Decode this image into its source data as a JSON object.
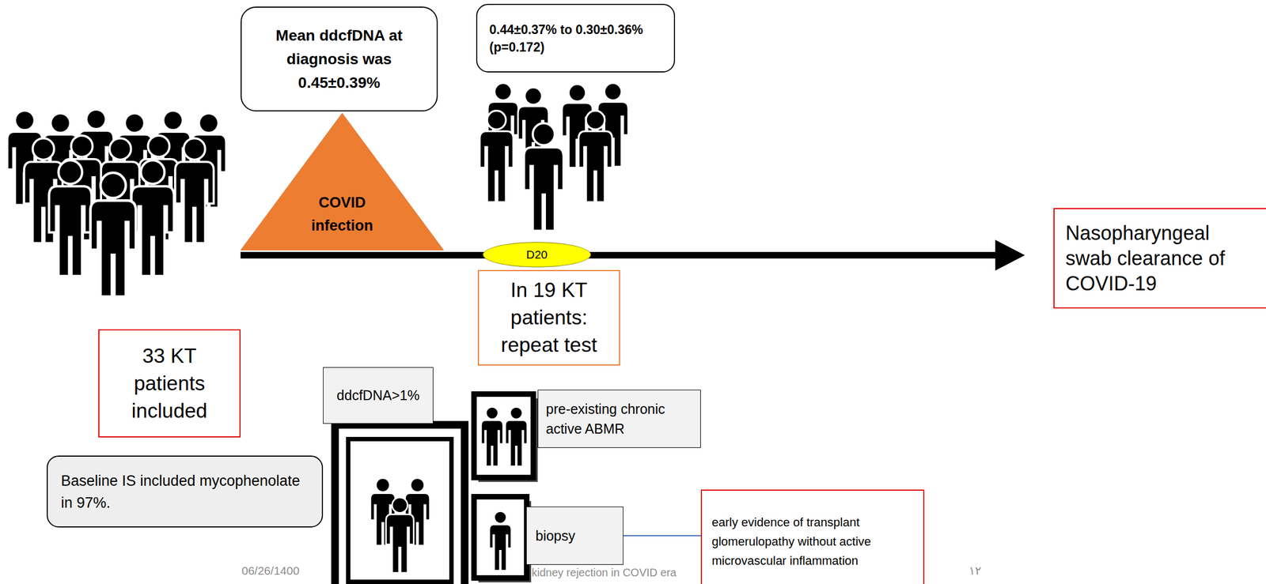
{
  "diagram": {
    "nodes": [
      {
        "text": [
          "Mean ddcfDNA at diagnosis was 0.45±0.39%"
        ]
      },
      {
        "text": [
          "0.44±0.37% to 0.30±0.36% (p=0.172)"
        ]
      },
      {
        "text": [
          "COVID infection"
        ]
      },
      {
        "text": [
          "D20"
        ]
      },
      {
        "text": [
          "Nasopharyngeal swab clearance of COVID-19"
        ]
      },
      {
        "text": [
          "In 19 KT patients: repeat test"
        ]
      },
      {
        "text": [
          "33 KT patients included"
        ]
      },
      {
        "text": [
          "ddcfDNA>1%"
        ]
      },
      {
        "text": [
          "pre-existing chronic active ABMR"
        ]
      },
      {
        "text": [
          "Baseline IS included mycophenolate in 97%."
        ]
      },
      {
        "text": [
          "biopsy"
        ]
      },
      {
        "text": [
          "early evidence of transplant glomerulopathy without active microvascular inflammation"
        ]
      }
    ],
    "edges": [
      {
        "from": 10,
        "to": 11,
        "arrow": "none"
      }
    ],
    "labels": [
      "06/26/1400",
      "kidney rejection in COVID era",
      "۱۲"
    ]
  }
}
